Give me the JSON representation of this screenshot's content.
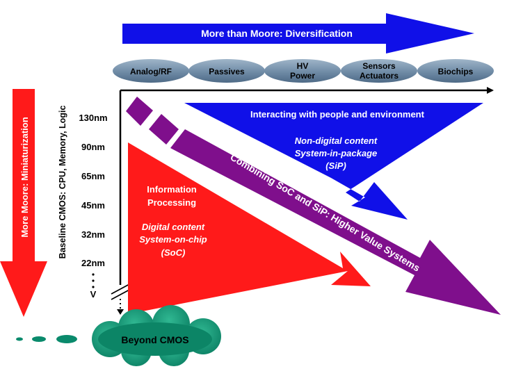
{
  "more_than_moore": {
    "title": "More than Moore:  Diversification",
    "pills": [
      {
        "line1": "Analog/RF",
        "line2": ""
      },
      {
        "line1": "Passives",
        "line2": ""
      },
      {
        "line1": "HV",
        "line2": "Power"
      },
      {
        "line1": "Sensors",
        "line2": "Actuators"
      },
      {
        "line1": "Biochips",
        "line2": ""
      }
    ]
  },
  "more_moore": {
    "label": "More Moore:  Miniaturization"
  },
  "baseline": {
    "label": "Baseline CMOS:  CPU, Memory, Logic",
    "nodes": [
      "130nm",
      "90nm",
      "65nm",
      "45nm",
      "32nm",
      "22nm"
    ],
    "continuation": "V"
  },
  "interacting": {
    "title": "Interacting with people and environment",
    "line1": "Non-digital content",
    "line2": "System-in-package",
    "line3": "(SiP)"
  },
  "information": {
    "title1": "Information",
    "title2": "Processing",
    "line1": "Digital content",
    "line2": "System-on-chip",
    "line3": "(SoC)"
  },
  "combining": {
    "label": "Combining SoC and SiP:  Higher Value Systems"
  },
  "beyond": {
    "label": "Beyond CMOS"
  },
  "colors": {
    "blue": "#1010e8",
    "red": "#ff1a1a",
    "purple": "#7f0f8c",
    "pill": "#6f8ba6",
    "teal": "#0a8a6c"
  }
}
